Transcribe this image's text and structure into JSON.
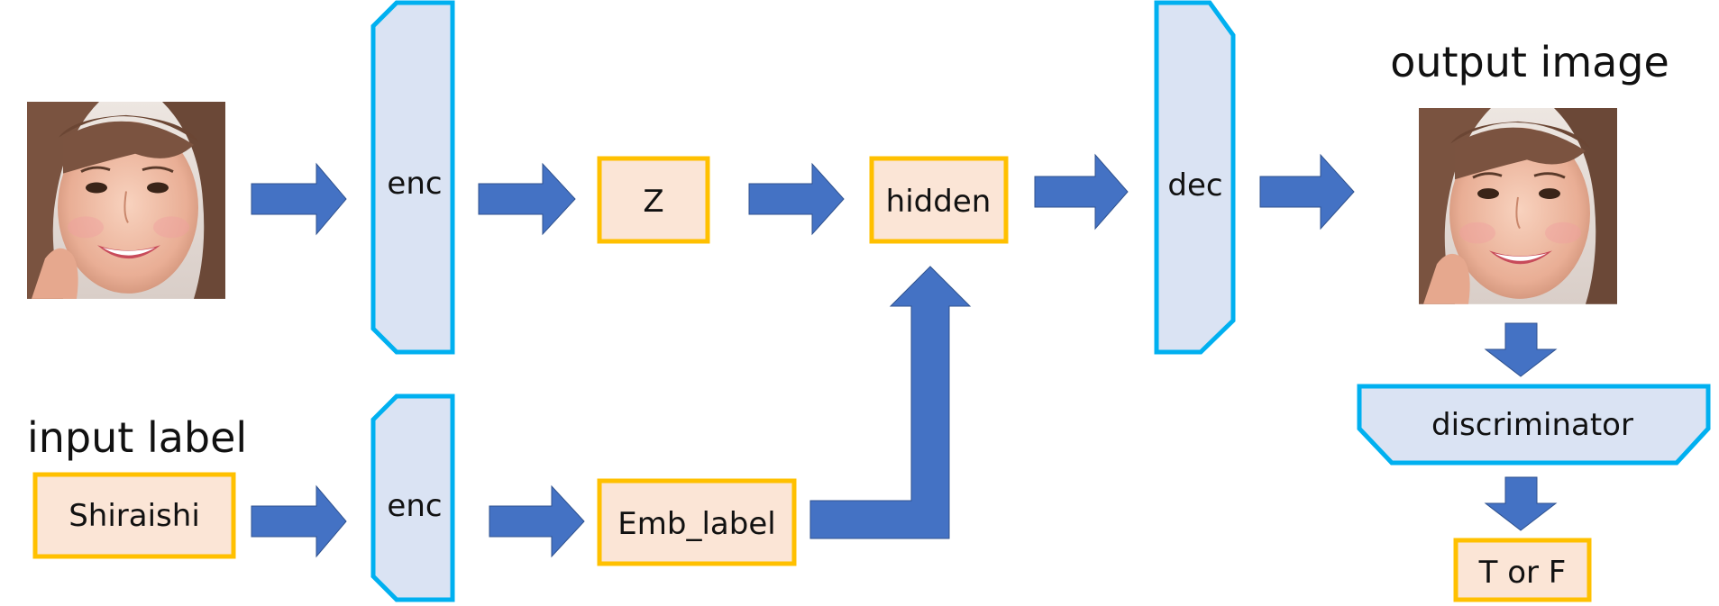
{
  "diagram": {
    "input_label_title": "input label",
    "output_image_title": "output image",
    "nodes": {
      "enc_top": "enc",
      "z": "Z",
      "hidden": "hidden",
      "dec": "dec",
      "shiraishi": "Shiraishi",
      "enc_bottom": "enc",
      "emb_label": "Emb_label",
      "discriminator": "discriminator",
      "t_or_f": "T or F"
    },
    "colors": {
      "box_fill": "#FBE5D6",
      "box_border": "#FFC000",
      "block_fill": "#DAE3F3",
      "block_border": "#00B0F0",
      "arrow": "#4472C4"
    },
    "images": {
      "input_image": "face-photo",
      "output_image": "face-photo"
    }
  }
}
